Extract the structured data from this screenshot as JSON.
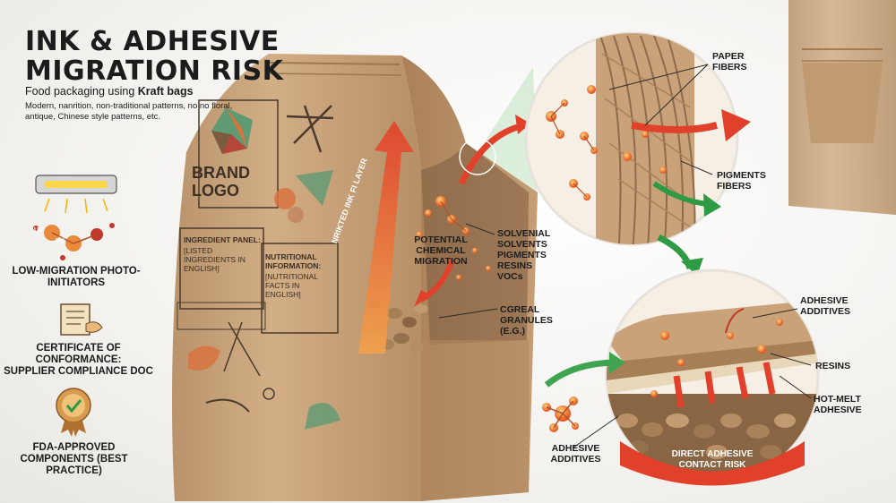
{
  "header": {
    "title_line1": "INK & ADHESIVE",
    "title_line2": "MIGRATION RISK",
    "subtitle_prefix": "Food packaging using ",
    "subtitle_bold": "Kraft bags",
    "note": "Modern, nanrition, non-traditional patterns, no no floral, antique, Chinese style patterns, etc."
  },
  "sidebar": {
    "items": [
      {
        "label": "LOW-MIGRATION PHOTO-INITIATORS",
        "icon": "uv-lamp-icon"
      },
      {
        "label_line1": "CERTIFICATE OF CONFORMANCE:",
        "label_line2": "SUPPLIER COMPLIANCE DOC",
        "icon": "certificate-icon"
      },
      {
        "label": "FDA-APPROVED COMPONENTS (BEST PRACTICE)",
        "icon": "approved-badge-icon"
      }
    ],
    "uv_badge": "UV"
  },
  "bag": {
    "brand_line1": "BRAND",
    "brand_line2": "LOGO",
    "ingredient_title": "INGREDIENT PANEL:",
    "ingredient_body": "[LISTED INGREDIENTS IN ENGLISH]",
    "nutrition_title": "NUTRITIONAL INFORMATION:",
    "nutrition_body": "[NUTRITIONAL FACTS IN ENGLISH]",
    "layer_label": "NRIKTED INK FI LAYER"
  },
  "callouts": {
    "potential_migration": "POTENTIAL CHEMICAL MIGRATION",
    "chem_list": [
      "SOLVENIAL",
      "SOLVENTS",
      "PIGMENTS",
      "RESINS",
      "VOCs"
    ],
    "granules": "CGREAL GRANULES (E.G.)",
    "paper_fibers": "PAPER FIBERS",
    "pigments_fibers": "PIGMENTS FIBERS",
    "adhesive_additives_top": "ADHESIVE ADDITIVES",
    "resins": "RESINS",
    "hot_melt": "HOT-MELT ADHESIVE",
    "adhesive_additives_bottom": "ADHESIVE ADDITIVES",
    "contact_risk": "DIRECT ADHESIVE CONTACT RISK"
  },
  "colors": {
    "kraft": "#c9a27a",
    "kraft_dark": "#a67f57",
    "ink_green": "#5f9a73",
    "ink_orange": "#d8733f",
    "migration_red": "#e1402a",
    "arrow_green": "#3fa34f",
    "text_dark": "#1c1c1c"
  }
}
